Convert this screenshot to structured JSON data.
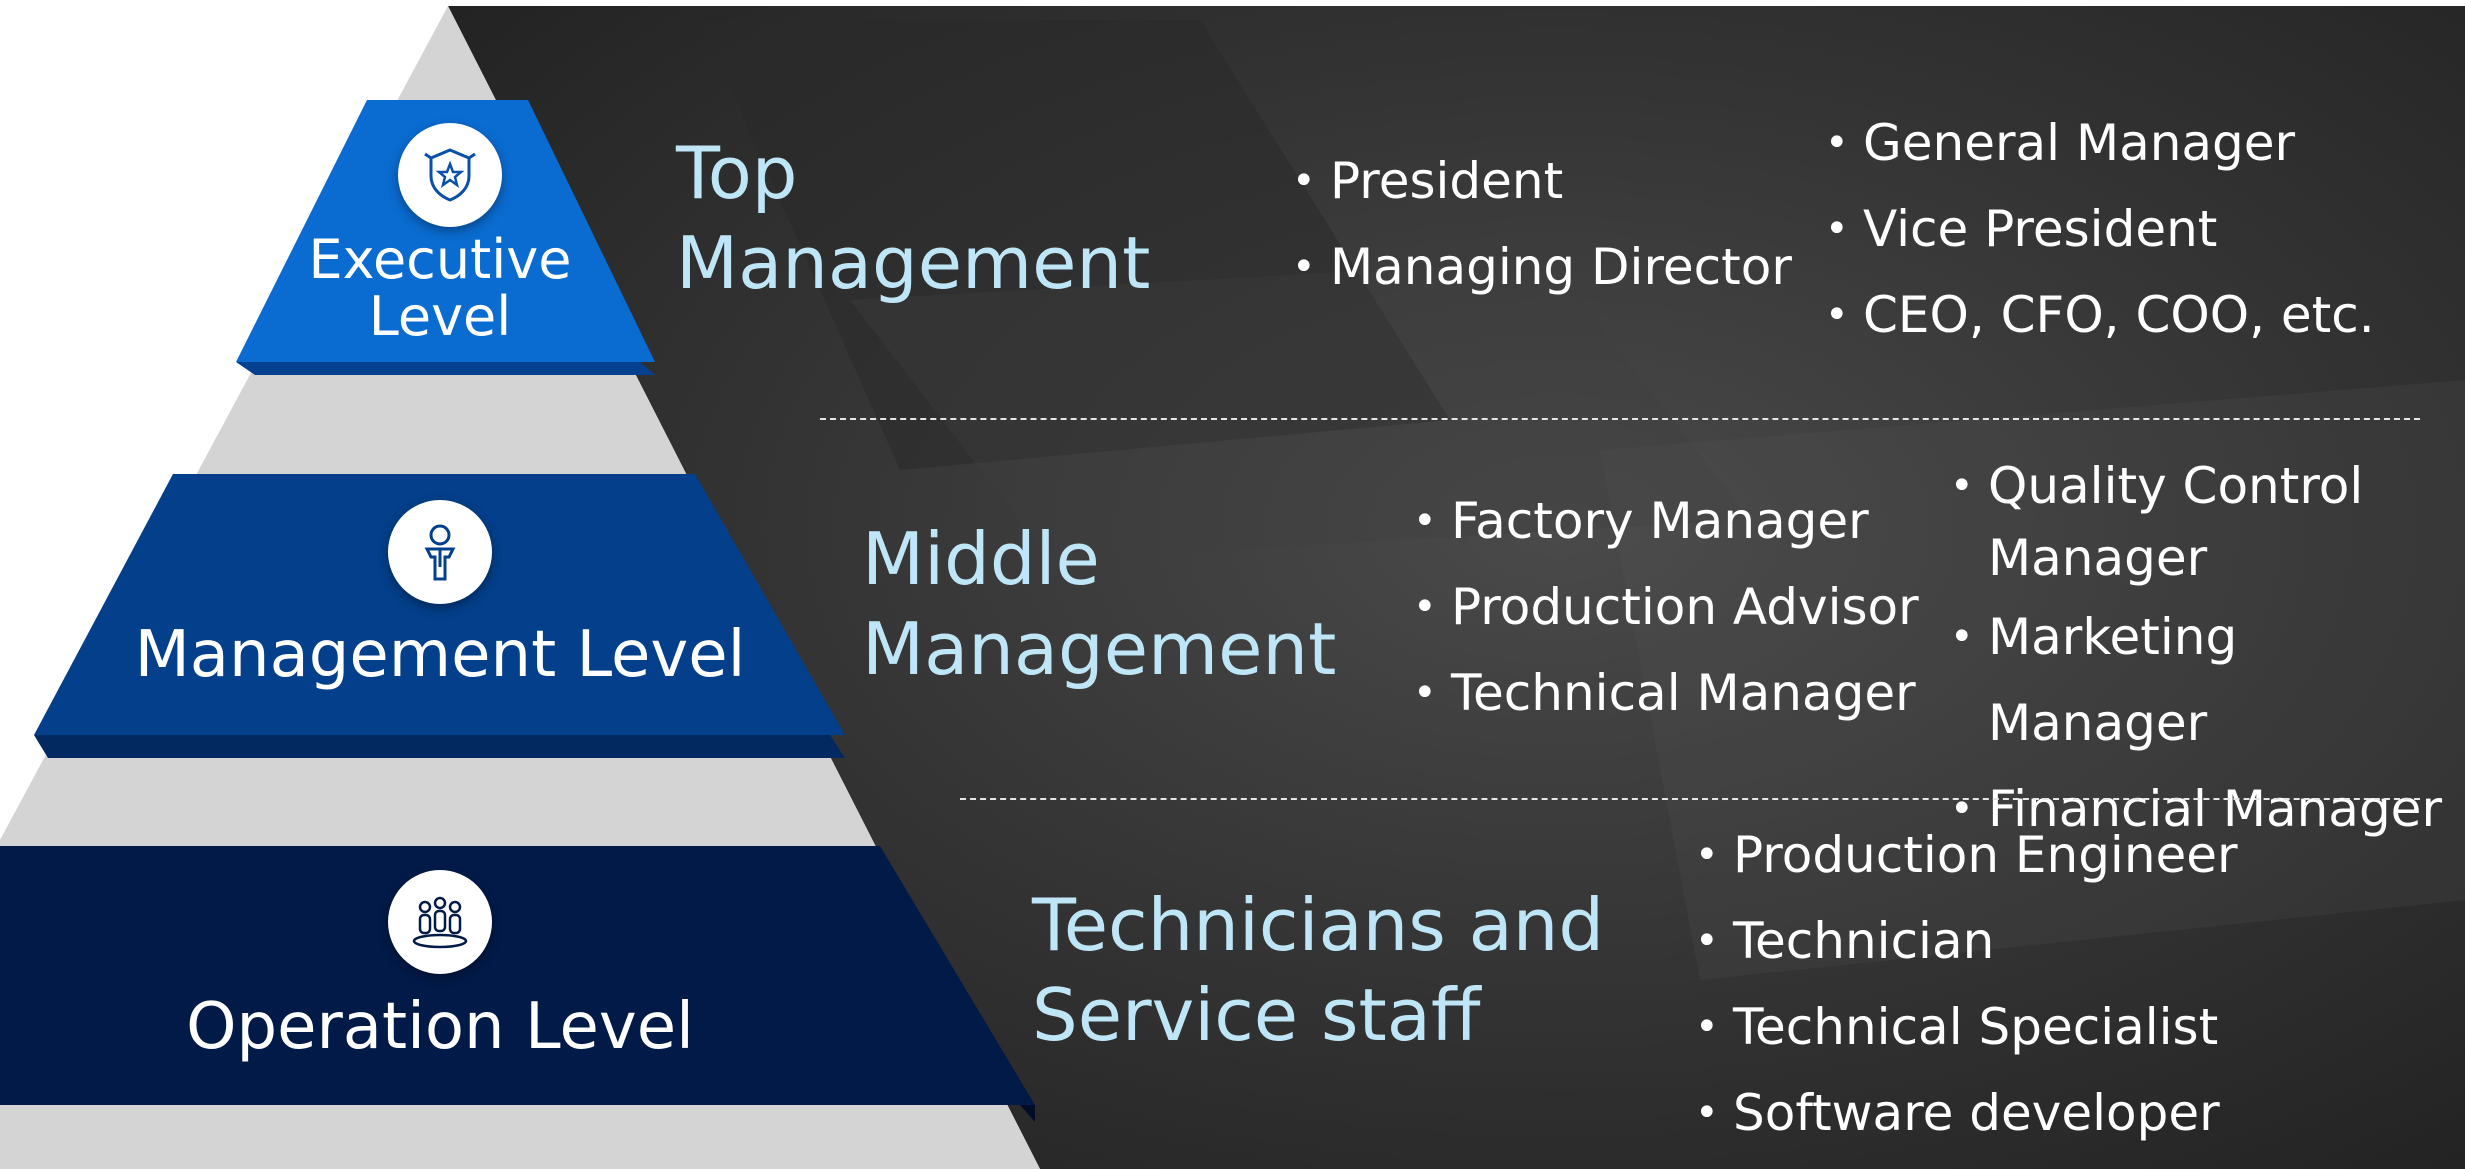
{
  "tiers": [
    {
      "label": "Executive Level",
      "label_lines": [
        "Executive",
        "Level"
      ],
      "icon": "shield-star-icon",
      "heading_lines": [
        "Top",
        "Management"
      ],
      "bullets_left": [
        "President",
        "Managing Director"
      ],
      "bullets_right": [
        "General Manager",
        "Vice President",
        "CEO, CFO, COO, etc."
      ]
    },
    {
      "label": "Management Level",
      "icon": "manager-person-icon",
      "heading_lines": [
        "Middle",
        "Management"
      ],
      "bullets_left": [
        "Factory Manager",
        "Production Advisor",
        "Technical Manager"
      ],
      "bullets_right": [
        "Quality Control Manager",
        "Marketing Manager",
        "Financial Manager"
      ]
    },
    {
      "label": "Operation Level",
      "icon": "team-group-icon",
      "heading_lines": [
        "Technicians and",
        "Service staff"
      ],
      "bullets": [
        "Production Engineer",
        "Technician",
        "Technical Specialist",
        "Software developer"
      ]
    }
  ],
  "colors": {
    "executive": "#0a6bd0",
    "management": "#033f8a",
    "operation": "#021a48",
    "pyramid_grey": "#d4d4d4",
    "background_dark": "#2e2e2e",
    "heading_text": "#bfe6f7"
  }
}
